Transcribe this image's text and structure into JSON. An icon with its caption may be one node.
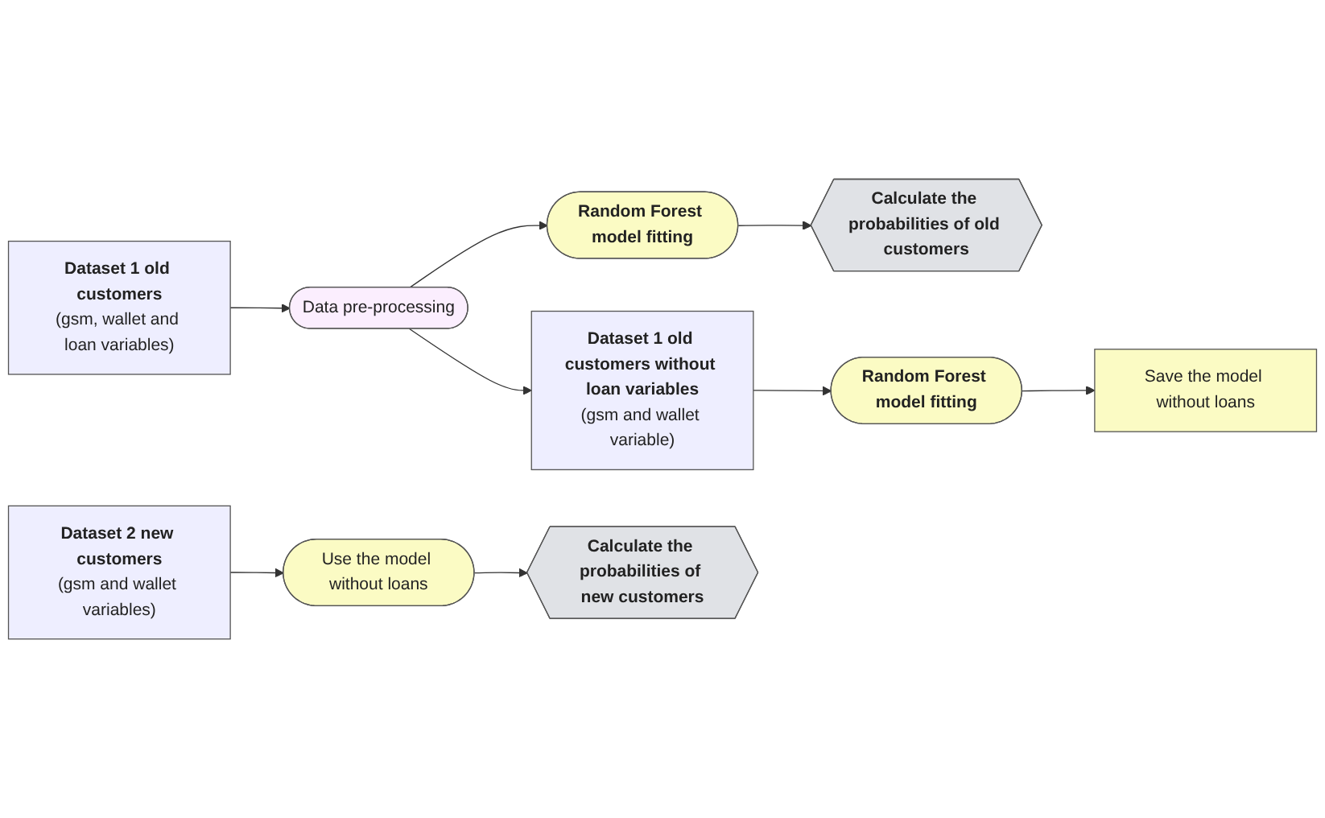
{
  "diagram": {
    "nodes": [
      {
        "text": [
          "Dataset 1 old customers",
          "(gsm, wallet and loan variables)"
        ]
      },
      {
        "text": [
          "Data pre-processing"
        ]
      },
      {
        "text": [
          "Random Forest model fitting"
        ]
      },
      {
        "text": [
          "Calculate the probabilities of old customers"
        ]
      },
      {
        "text": [
          "Dataset 1 old customers without loan variables",
          "(gsm and wallet variable)"
        ]
      },
      {
        "text": [
          "Random Forest model fitting"
        ]
      },
      {
        "text": [
          "Save the model without loans"
        ]
      },
      {
        "text": [
          "Dataset 2 new customers",
          "(gsm and wallet variables)"
        ]
      },
      {
        "text": [
          "Use the model without loans"
        ]
      },
      {
        "text": [
          "Calculate the probabilities of new customers"
        ]
      }
    ],
    "edges": [
      {
        "from": 0,
        "to": 1,
        "arrow": "to"
      },
      {
        "from": 1,
        "to": 2,
        "arrow": "to"
      },
      {
        "from": 2,
        "to": 3,
        "arrow": "to"
      },
      {
        "from": 1,
        "to": 4,
        "arrow": "to"
      },
      {
        "from": 4,
        "to": 5,
        "arrow": "to"
      },
      {
        "from": 5,
        "to": 6,
        "arrow": "to"
      },
      {
        "from": 7,
        "to": 8,
        "arrow": "to"
      },
      {
        "from": 8,
        "to": 9,
        "arrow": "to"
      }
    ]
  }
}
